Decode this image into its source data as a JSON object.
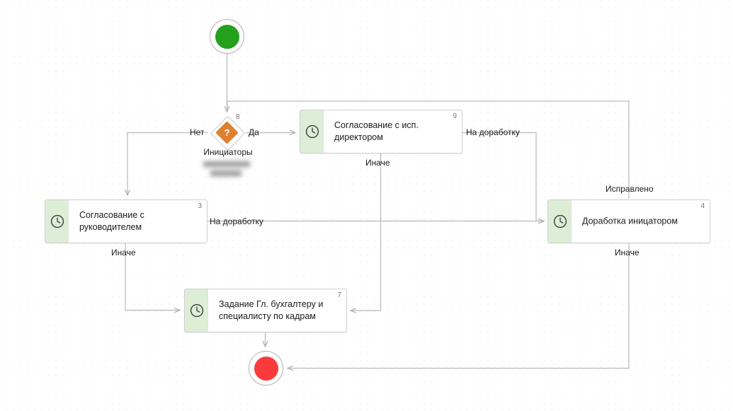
{
  "diagram": {
    "type": "bpmn-workflow",
    "background": "#ffffff",
    "grid": "dotted",
    "accent_color": "#ddeed7",
    "gateway_color": "#dd8030",
    "start_color": "#23a01c",
    "end_color": "#fb3b3b"
  },
  "nodes": {
    "start": {
      "name": "start-event",
      "kind": "start"
    },
    "end": {
      "name": "end-event",
      "kind": "end"
    },
    "gateway": {
      "number": "8",
      "symbol": "?",
      "title": "Инициаторы",
      "redacted_text": ""
    },
    "task9": {
      "number": "9",
      "label": "Согласование с исп.\nдиректором",
      "icon": "clock-icon"
    },
    "task3": {
      "number": "3",
      "label": "Согласование с руководителем",
      "icon": "clock-icon"
    },
    "task4": {
      "number": "4",
      "label": "Доработка иницатором",
      "icon": "clock-icon"
    },
    "task7": {
      "number": "7",
      "label": "Задание Гл. бухгалтеру и\nспециалисту по кадрам",
      "icon": "clock-icon"
    }
  },
  "edge_labels": {
    "net": "Нет",
    "da": "Да",
    "na_dorabotku_top": "На доработку",
    "inache_top": "Иначе",
    "ispravleno": "Исправлено",
    "na_dorabotku_mid": "На доработку",
    "inache_left": "Иначе",
    "inache_right": "Иначе"
  }
}
